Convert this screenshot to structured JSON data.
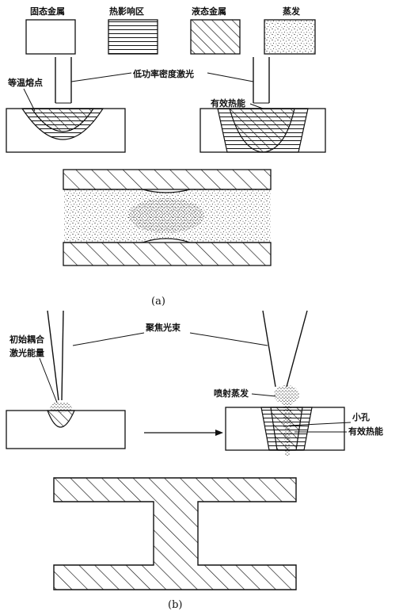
{
  "legend": {
    "solid_metal": "固态金属",
    "heat_affected_zone": "热影响区",
    "liquid_metal": "液态金属",
    "vapor": "蒸发"
  },
  "part_a": {
    "laser_label": "低功率密度激光",
    "isotherm_label": "等温熔点",
    "effective_heat_label": "有效热能",
    "caption": "(a)"
  },
  "part_b": {
    "beam_label": "聚焦光束",
    "initial_coupling_line1": "初始耦合",
    "initial_coupling_line2": "激光能量",
    "spray_vapor_label": "喷射蒸发",
    "keyhole_label": "小孔",
    "effective_heat_label": "有效热能",
    "caption": "(b)"
  }
}
